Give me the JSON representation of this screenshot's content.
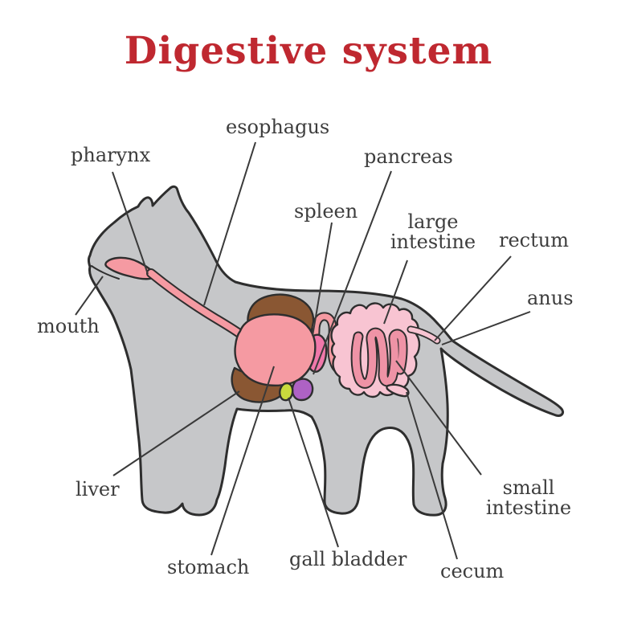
{
  "title": "Digestive system",
  "colors": {
    "title_red": "#bf2830",
    "label_text": "#3d3d3d",
    "leader_line": "#3a3a3a",
    "outline_dark": "#2e2e2e",
    "body_gray": "#c6c7c9",
    "digestive_pink": "#f59aa2",
    "liver_brown": "#8a5733",
    "spleen_pink": "#f078aa",
    "pancreas_violet": "#ae62c4",
    "gall_bladder_green": "#c9da3d",
    "large_intestine_pink": "#f8c4d2",
    "small_intestine_pink": "#ef93a6",
    "background": "#ffffff"
  },
  "labels": {
    "pharynx": "pharynx",
    "esophagus": "esophagus",
    "pancreas": "pancreas",
    "spleen": "spleen",
    "large_intestine": "large intestine",
    "rectum": "rectum",
    "anus": "anus",
    "mouth": "mouth",
    "liver": "liver",
    "stomach": "stomach",
    "gall_bladder": "gall bladder",
    "small_intestine": "small intestine",
    "cecum": "cecum"
  }
}
